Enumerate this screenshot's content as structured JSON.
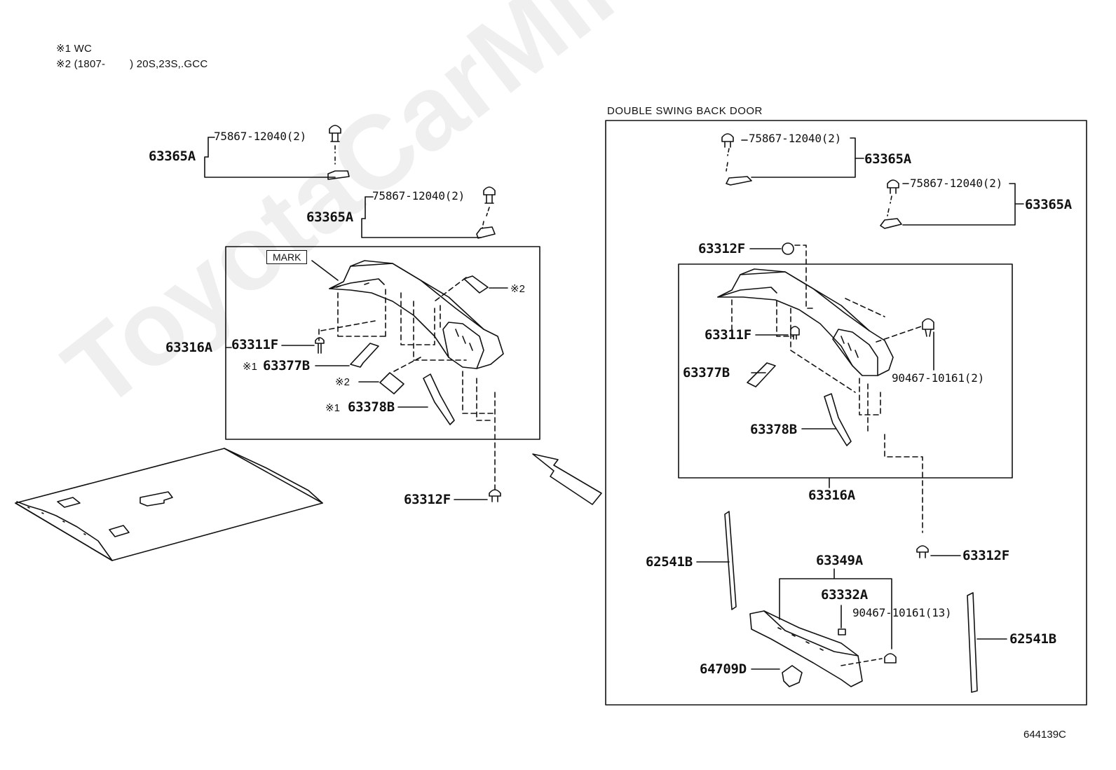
{
  "notes": {
    "note1": "※1 WC",
    "note2": "※2 (1807-        ) 20S,23S,.GCC"
  },
  "watermark": "ToyotaCarMine.ru",
  "diagram_id": "644139C",
  "right_section_title": "DOUBLE SWING BACK DOOR",
  "mark_label": "MARK",
  "left_parts": {
    "clip_top_1": "75867-12040(2)",
    "ref_63365A_1": "63365A",
    "clip_top_2": "75867-12040(2)",
    "ref_63365A_2": "63365A",
    "ref_63316A": "63316A",
    "ref_63311F": "63311F",
    "note_mark_1a": "※1",
    "ref_63377B": "63377B",
    "note_mark_2a": "※2",
    "note_mark_2b": "※2",
    "note_mark_1b": "※1",
    "ref_63378B": "63378B",
    "ref_63312F": "63312F"
  },
  "right_parts": {
    "clip_1": "75867-12040(2)",
    "ref_63365A_1": "63365A",
    "clip_2": "75867-12040(2)",
    "ref_63365A_2": "63365A",
    "ref_63312F_top": "63312F",
    "ref_63311F": "63311F",
    "ref_90467_2": "90467-10161(2)",
    "ref_63377B": "63377B",
    "ref_63378B": "63378B",
    "ref_63316A": "63316A",
    "ref_63312F_bottom": "63312F",
    "ref_62541B_left": "62541B",
    "ref_63349A": "63349A",
    "ref_63332A": "63332A",
    "ref_90467_13": "90467-10161(13)",
    "ref_62541B_right": "62541B",
    "ref_64709D": "64709D"
  }
}
